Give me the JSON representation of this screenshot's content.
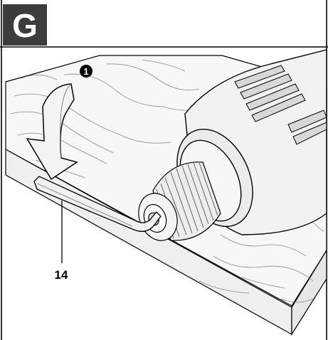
{
  "figure": {
    "letter": "G",
    "step_marker": "1",
    "callout": "14"
  },
  "colors": {
    "badge": "#3c3c3c",
    "badge_text": "#ffffff",
    "line": "#000000",
    "tool_body": "#f2f2f2",
    "wood": "#f7f7f7"
  },
  "icons": {
    "arrow": "curved-rotation-arrow",
    "tool": "drill-chuck",
    "key": "hex-key"
  }
}
